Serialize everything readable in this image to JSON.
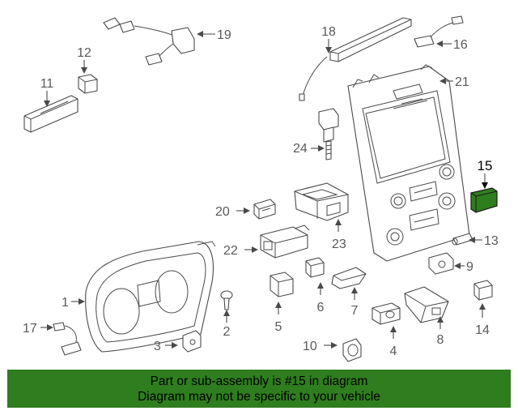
{
  "callouts": {
    "c1": "1",
    "c2": "2",
    "c3": "3",
    "c4": "4",
    "c5": "5",
    "c6": "6",
    "c7": "7",
    "c8": "8",
    "c9": "9",
    "c10": "10",
    "c11": "11",
    "c12": "12",
    "c13": "13",
    "c14": "14",
    "c15": "15",
    "c16": "16",
    "c17": "17",
    "c18": "18",
    "c19": "19",
    "c20": "20",
    "c21": "21",
    "c22": "22",
    "c23": "23",
    "c24": "24"
  },
  "highlight": {
    "part": "15",
    "color": "#2e7d1e"
  },
  "banner": {
    "line1": "Part or sub-assembly is #15 in diagram",
    "line2": "Diagram may not be specific to your vehicle",
    "background": "#2e7d1e"
  }
}
